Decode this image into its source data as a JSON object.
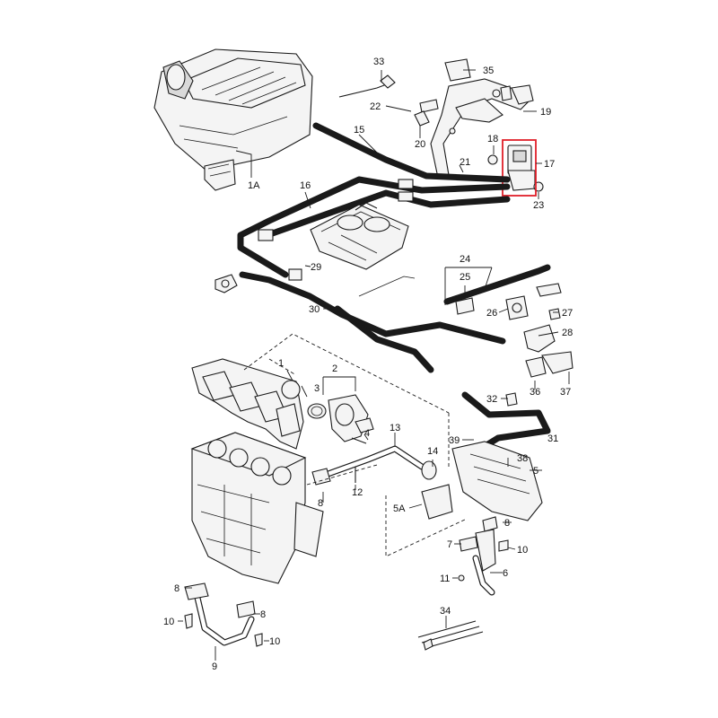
{
  "diagram": {
    "callouts": {
      "c1A": "1A",
      "c15": "15",
      "c16": "16",
      "c17": "17",
      "c18": "18",
      "c19": "19",
      "c20": "20",
      "c21": "21",
      "c22": "22",
      "c23": "23",
      "c24": "24",
      "c25": "25",
      "c26": "26",
      "c27": "27",
      "c28": "28",
      "c29": "29",
      "c30": "30",
      "c31": "31",
      "c32": "32",
      "c33": "33",
      "c34": "34",
      "c35": "35",
      "c36": "36",
      "c37": "37",
      "c38": "38",
      "c39": "39",
      "c1": "1",
      "c2": "2",
      "c3": "3",
      "c4": "4",
      "c5": "5",
      "c5A": "5A",
      "c6": "6",
      "c7": "7",
      "c8a": "8",
      "c8b": "8",
      "c8c": "8",
      "c8d": "8",
      "c9": "9",
      "c10a": "10",
      "c10b": "10",
      "c10c": "10",
      "c11": "11",
      "c12": "12",
      "c13": "13",
      "c14": "14"
    },
    "highlight_color": "#e0202a"
  }
}
